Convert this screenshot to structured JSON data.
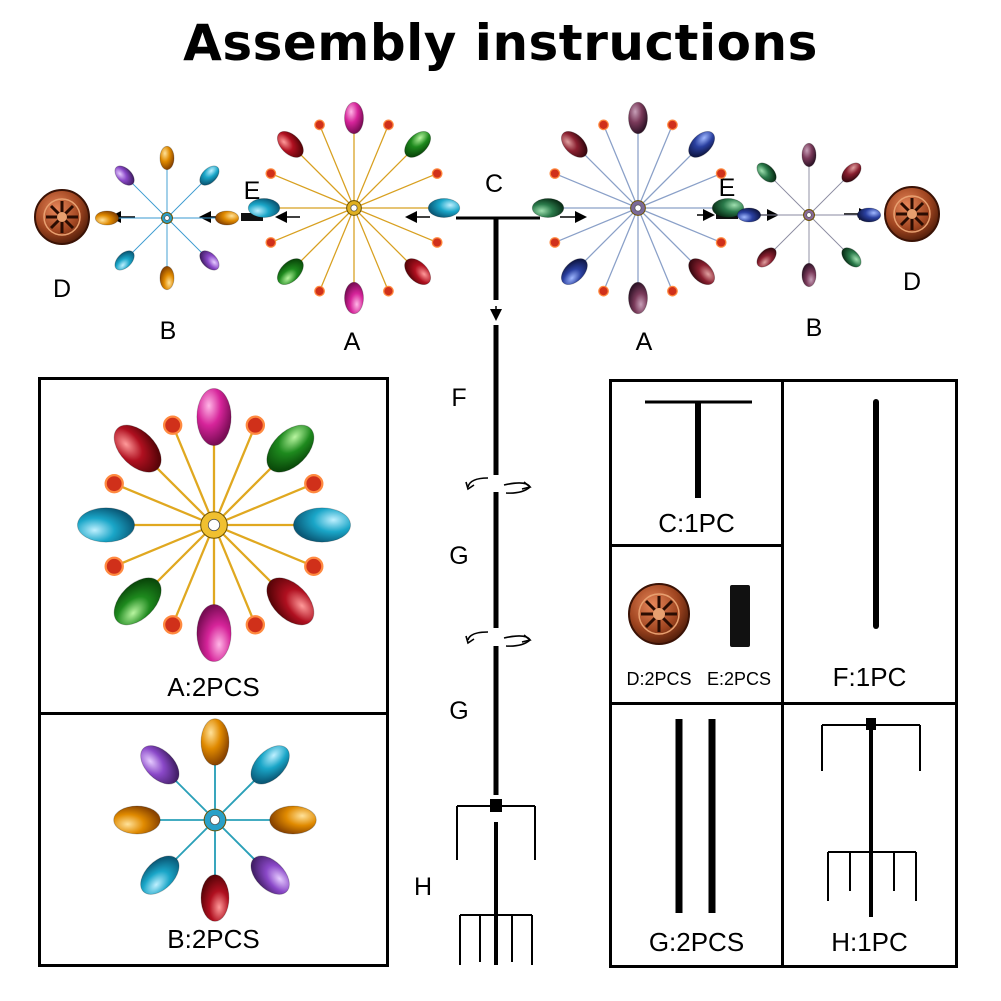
{
  "title": "Assembly instructions",
  "diagram_labels": {
    "c": "C",
    "e_left": "E",
    "e_right": "E",
    "d_left": "D",
    "d_right": "D",
    "b_left": "B",
    "b_right": "B",
    "a_left": "A",
    "a_right": "A",
    "f": "F",
    "g1": "G",
    "g2": "G",
    "h": "H"
  },
  "parts": {
    "a": "A:2PCS",
    "b": "B:2PCS",
    "c": "C:1PC",
    "d": "D:2PCS",
    "e": "E:2PCS",
    "f": "F:1PC",
    "g": "G:2PCS",
    "h": "H:1PC"
  },
  "colors": {
    "magenta": "#d6249a",
    "green": "#1e8a1e",
    "teal": "#1aa6c8",
    "red": "#b01020",
    "orange": "#e08a00",
    "purple": "#8a48c8",
    "gold": "#d8a020",
    "copper": "#b0522a",
    "line": "#000000"
  },
  "icons": {
    "large-spinner": "wheel-spinner-icon",
    "small-spinner": "small-spinner-icon",
    "end-cap": "decorative-cap-icon",
    "connector": "tube-connector-icon",
    "rotate": "rotate-arrows-icon"
  }
}
